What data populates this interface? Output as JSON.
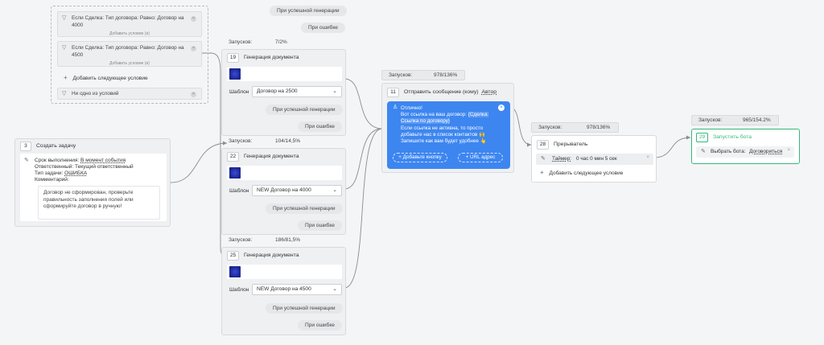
{
  "top_buttons": {
    "on_success": "При успешной генерации",
    "on_error": "При ошибке"
  },
  "conditions": {
    "items": [
      {
        "text": "Если Сделка: Тип договора: Равно: Договор на 4000",
        "add_label": "Добавить условие (и)"
      },
      {
        "text": "Если Сделка: Тип договора: Равно: Договор на 4500",
        "add_label": "Добавить условие (и)"
      }
    ],
    "add_next": "Добавить следующее условие",
    "none": "Ни одно из условий"
  },
  "task": {
    "num": "3",
    "title": "Создать задачу",
    "deadline_label": "Срок выполнения:",
    "deadline_value": "В момент события",
    "responsible": "Ответственный: Текущий ответственный",
    "type_label": "Тип задачи:",
    "type_value": "ОШИБКА",
    "comment_label": "Комментарий:",
    "comment_text": "Договор не сформирован, проверьте правильность заполнения полей или сформируйте договор в ручную!"
  },
  "docs": [
    {
      "runs_label": "Запусков:",
      "runs_value": "7/2%",
      "num": "19",
      "title": "Генерация документа",
      "template_label": "Шаблон",
      "template_value": "Договор на 2500",
      "on_success": "При успешной генерации",
      "on_error": "При ошибке"
    },
    {
      "runs_label": "Запусков:",
      "runs_value": "104/14,5%",
      "num": "22",
      "title": "Генерация документа",
      "template_label": "Шаблон",
      "template_value": "NEW Договор на 4000",
      "on_success": "При успешной генерации",
      "on_error": "При ошибке"
    },
    {
      "runs_label": "Запусков:",
      "runs_value": "186/81,5%",
      "num": "25",
      "title": "Генерация документа",
      "template_label": "Шаблон",
      "template_value": "NEW Договор на 4500",
      "on_success": "При успешной генерации",
      "on_error": "При ошибке"
    }
  ],
  "message": {
    "runs_label": "Запусков:",
    "runs_value": "978/136%",
    "num": "11",
    "title": "Отправить сообщение (кому)",
    "to": "Автор",
    "line1": "Отлично!",
    "line2": "Вот ссылка на ваш договор:",
    "link": "{Сделка: Ссылка по договору}",
    "line3": "Если ссылка не активна, то просто добавьте нас в список контактов 🙌",
    "line4": "Запишите как вам будет удобнее 👆",
    "btn_add": "+ Добавьте кнопку",
    "btn_url": "+ URL адрес"
  },
  "breaker": {
    "runs_label": "Запусков:",
    "runs_value": "978/136%",
    "num": "28",
    "title": "Прерыватель",
    "timer_label": "Таймер:",
    "timer_value": "0 час 0 мин 5 сек",
    "add": "Добавить следующее условие"
  },
  "bot": {
    "runs_label": "Запусков:",
    "runs_value": "965/154.2%",
    "num": "29",
    "title": "Запустить бота",
    "choose_label": "Выбрать бота:",
    "choose_value": "Договориться"
  },
  "colors": {
    "accent_blue": "#3d86f0",
    "accent_green": "#35b97a"
  }
}
